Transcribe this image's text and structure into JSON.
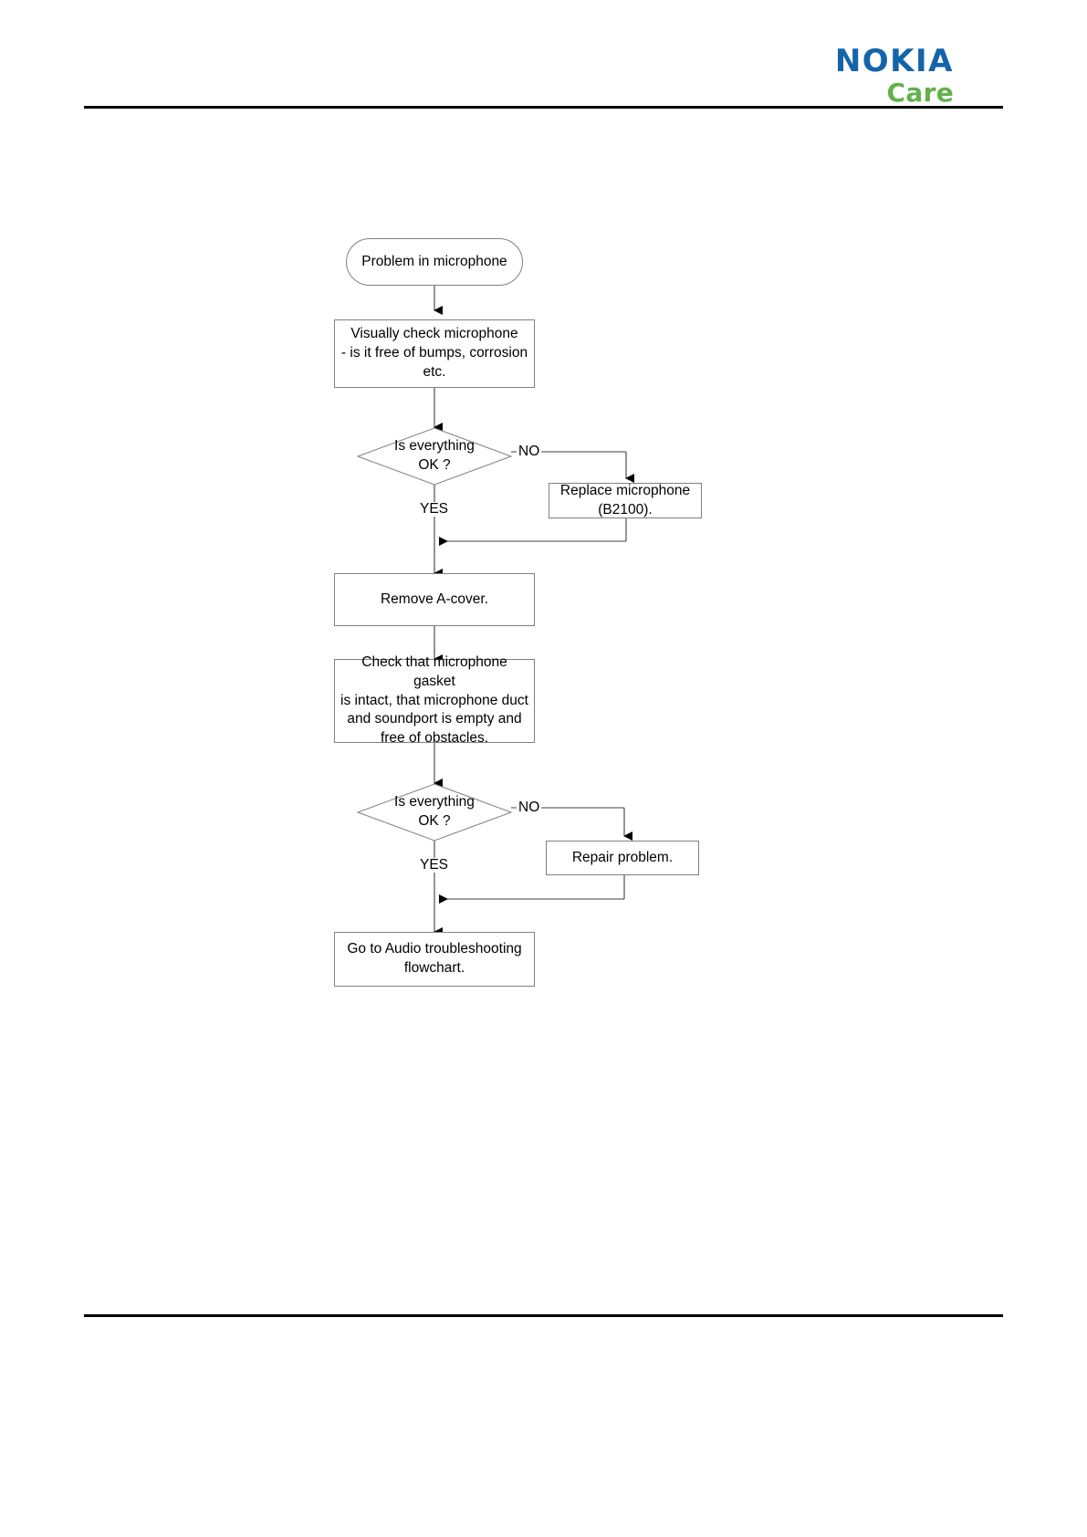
{
  "header": {
    "logo_primary": "NOKIA",
    "logo_secondary": "Care",
    "logo_primary_color": "#1464aa",
    "logo_secondary_color": "#62b14b"
  },
  "flowchart": {
    "title": "Microphone troubleshooting flowchart",
    "nodes": [
      {
        "id": "start",
        "type": "terminator",
        "text": "Problem in microphone"
      },
      {
        "id": "visual",
        "type": "process",
        "text": "Visually check microphone - is it free of bumps,  corrosion etc."
      },
      {
        "id": "decision1",
        "type": "decision",
        "text": "Is everything OK ?"
      },
      {
        "id": "replace",
        "type": "process",
        "text": "Replace microphone (B2100)."
      },
      {
        "id": "remove",
        "type": "process",
        "text": "Remove A-cover."
      },
      {
        "id": "gasket",
        "type": "process",
        "text": "Check that microphone gasket is intact, that microphone duct and soundport is empty and free of obstacles."
      },
      {
        "id": "decision2",
        "type": "decision",
        "text": "Is everything OK ?"
      },
      {
        "id": "repair",
        "type": "process",
        "text": "Repair problem."
      },
      {
        "id": "goto_audio",
        "type": "process",
        "text": "Go to Audio troubleshooting flowchart."
      }
    ],
    "node_text": {
      "start": "Problem in microphone",
      "visual_line1": "Visually check microphone",
      "visual_line2": "- is it free of bumps,  corrosion",
      "visual_line3": "etc.",
      "decision1_line1": "Is everything",
      "decision1_line2": "OK ?",
      "replace_line1": "Replace microphone",
      "replace_line2": "(B2100).",
      "remove": "Remove A-cover.",
      "gasket_line1": "Check that microphone gasket",
      "gasket_line2": "is intact, that microphone duct",
      "gasket_line3": "and soundport is empty and",
      "gasket_line4": "free of obstacles.",
      "decision2_line1": "Is everything",
      "decision2_line2": "OK ?",
      "repair": "Repair problem.",
      "goto_audio_line1": "Go to Audio troubleshooting",
      "goto_audio_line2": "flowchart."
    },
    "edge_labels": {
      "decision1_no": "NO",
      "decision1_yes": "YES",
      "decision2_no": "NO",
      "decision2_yes": "YES"
    },
    "line_color": "#808080",
    "arrow_color": "#000000"
  }
}
